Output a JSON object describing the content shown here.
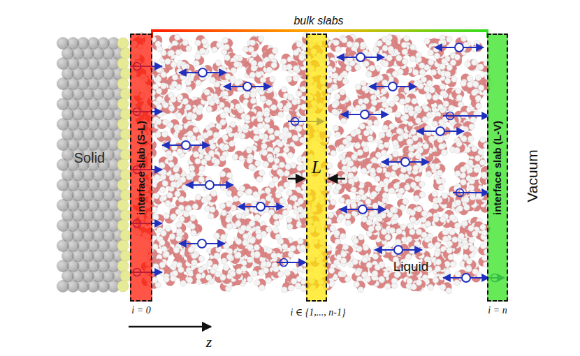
{
  "diagram": {
    "nodes": [
      {
        "text": [
          "interface slab (S-L)"
        ]
      },
      {
        "text": [
          "L"
        ]
      },
      {
        "text": [
          "interface slab (L-V)"
        ]
      }
    ],
    "labels": [
      "bulk slabs",
      "Solid",
      "Liquid",
      "Vacuum",
      "i = 0",
      "i ∈ {1,..., n-1}",
      "i = n",
      "z"
    ]
  }
}
